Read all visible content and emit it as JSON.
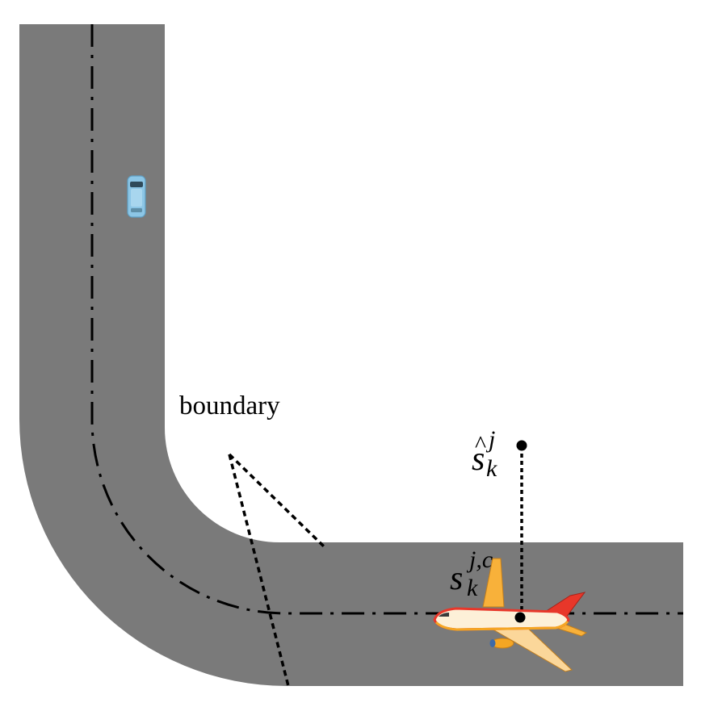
{
  "labels": {
    "boundary": "boundary",
    "estimated_state": {
      "base": "s",
      "hat": "^",
      "sub": "k",
      "sup": "j"
    },
    "true_state": {
      "base": "s",
      "sub": "k",
      "sup": "j,c"
    }
  },
  "colors": {
    "road": "#7a7a7a",
    "centerline": "#000000",
    "leader_line": "#000000",
    "car_body": "#8cc6e6",
    "plane_body": "#fdf0d8",
    "plane_wing": "#f8b13a",
    "plane_stripe": "#e8372a"
  },
  "icons": {
    "vehicle": "car-icon",
    "aircraft": "airplane-icon"
  }
}
